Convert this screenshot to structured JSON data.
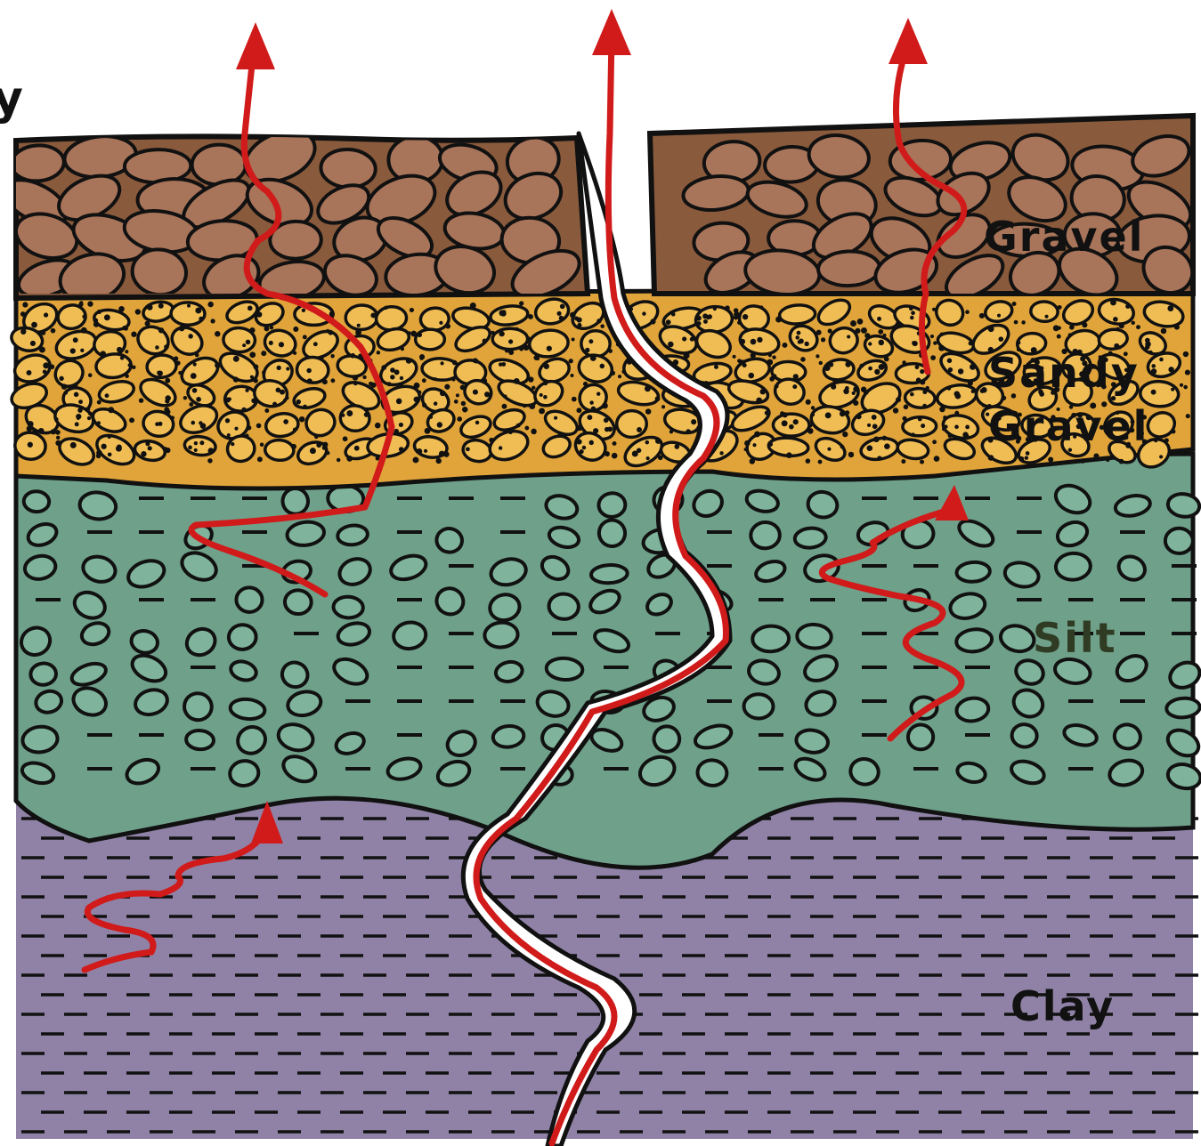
{
  "layers": [
    {
      "id": "gravel",
      "label": "Gravel",
      "color": "#8a5a3c",
      "stone_color": "#a8745a"
    },
    {
      "id": "sandy-gravel",
      "label_lines": [
        "Sandy",
        "Gravel"
      ],
      "color": "#e0a43a",
      "stone_color": "#f0bd55"
    },
    {
      "id": "silt",
      "label": "Silt",
      "color": "#6fa08a",
      "stone_color": "#7fb39b"
    },
    {
      "id": "clay",
      "label": "Clay",
      "color": "#8f82a6",
      "stone_color": "#9b8fb2"
    }
  ],
  "edge_text": "y",
  "colors": {
    "arrow": "#d11a1a",
    "crack": "#ffffff",
    "outline": "#111111"
  },
  "icons": [
    "up-arrow-icon"
  ]
}
